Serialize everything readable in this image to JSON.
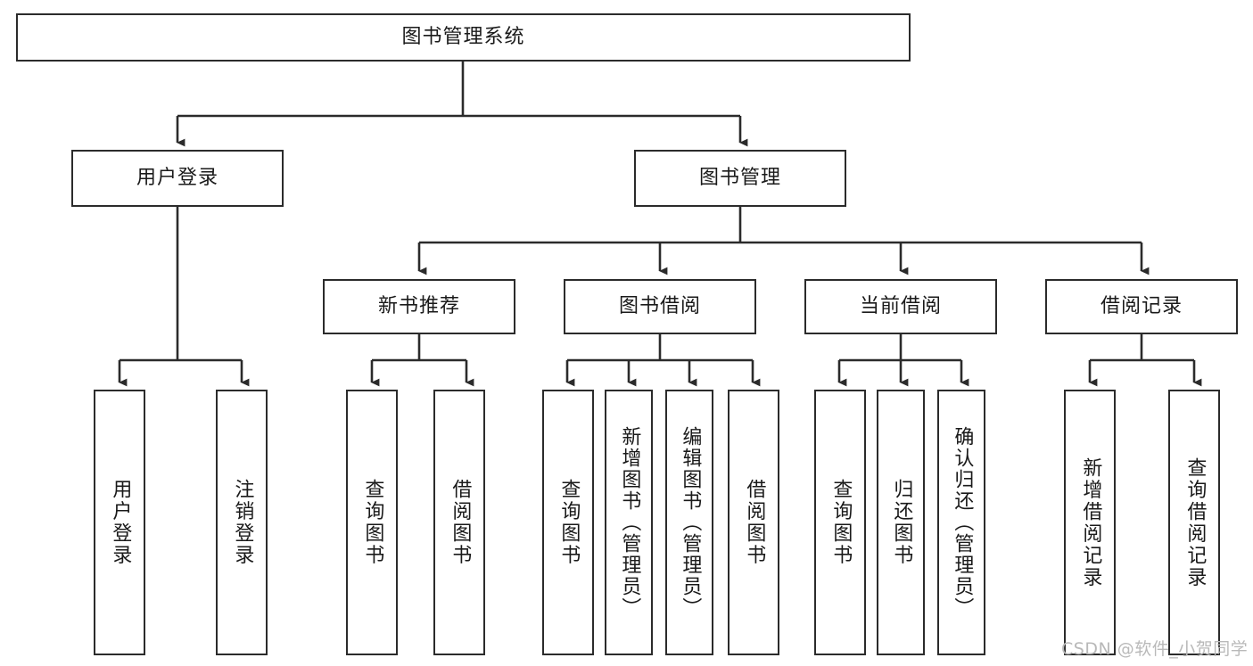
{
  "diagram": {
    "title": "图书管理系统",
    "type": "hierarchy-tree",
    "watermark": "CSDN @软件_小贺同学",
    "colors": {
      "stroke": "#2b2b2b",
      "fill": "#ffffff",
      "text": "#1a1a1a",
      "watermark": "#b9b9b9"
    },
    "levels": {
      "root": {
        "label": "图书管理系统"
      },
      "level1": [
        {
          "label": "用户登录"
        },
        {
          "label": "图书管理"
        }
      ],
      "level2": [
        {
          "label": "新书推荐"
        },
        {
          "label": "图书借阅"
        },
        {
          "label": "当前借阅"
        },
        {
          "label": "借阅记录"
        }
      ],
      "leaves": {
        "user_login": [
          {
            "label": "用户登录"
          },
          {
            "label": "注销登录"
          }
        ],
        "new_book_recommend": [
          {
            "label": "查询图书"
          },
          {
            "label": "借阅图书"
          }
        ],
        "book_borrow": [
          {
            "label": "查询图书"
          },
          {
            "label": "新增图书（管理员）"
          },
          {
            "label": "编辑图书（管理员）"
          },
          {
            "label": "借阅图书"
          }
        ],
        "current_borrow": [
          {
            "label": "查询图书"
          },
          {
            "label": "归还图书"
          },
          {
            "label": "确认归还（管理员）"
          }
        ],
        "borrow_record": [
          {
            "label": "新增借阅记录"
          },
          {
            "label": "查询借阅记录"
          }
        ]
      }
    }
  }
}
